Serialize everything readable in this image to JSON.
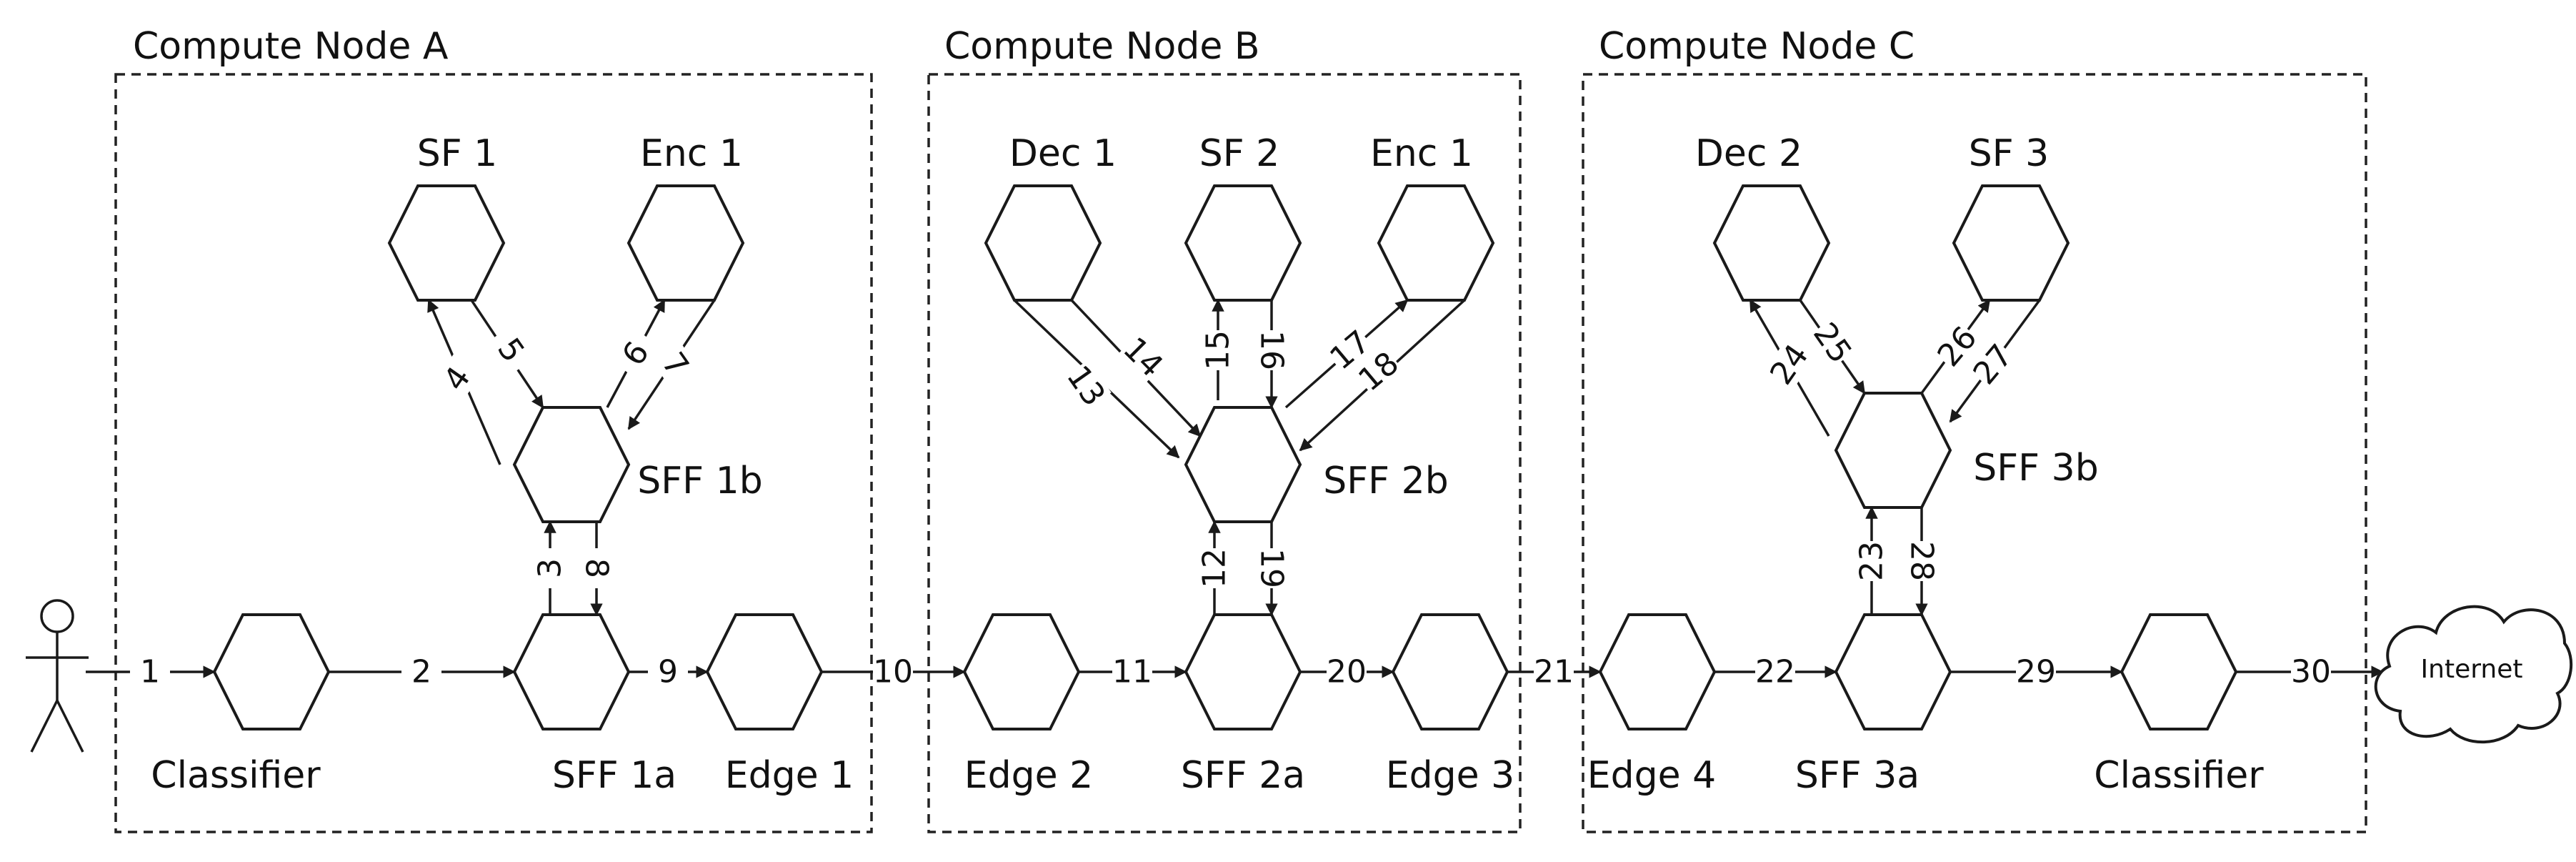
{
  "compute_nodes": [
    {
      "id": "A",
      "title": "Compute Node A"
    },
    {
      "id": "B",
      "title": "Compute Node B"
    },
    {
      "id": "C",
      "title": "Compute Node C"
    }
  ],
  "components": {
    "classifier_in": {
      "label": "Classifier"
    },
    "sff1a": {
      "label": "SFF 1a"
    },
    "sff1b": {
      "label": "SFF 1b"
    },
    "sf1": {
      "label": "SF 1"
    },
    "enc1_a": {
      "label": "Enc 1"
    },
    "edge1": {
      "label": "Edge 1"
    },
    "edge2": {
      "label": "Edge 2"
    },
    "sff2a": {
      "label": "SFF 2a"
    },
    "sff2b": {
      "label": "SFF 2b"
    },
    "dec1": {
      "label": "Dec 1"
    },
    "sf2": {
      "label": "SF 2"
    },
    "enc1_b": {
      "label": "Enc 1"
    },
    "edge3": {
      "label": "Edge 3"
    },
    "edge4": {
      "label": "Edge 4"
    },
    "sff3a": {
      "label": "SFF 3a"
    },
    "sff3b": {
      "label": "SFF 3b"
    },
    "dec2": {
      "label": "Dec 2"
    },
    "sf3": {
      "label": "SF 3"
    },
    "classifier_out": {
      "label": "Classifier"
    }
  },
  "internet": {
    "label": "Internet"
  },
  "edges": [
    "1",
    "2",
    "3",
    "4",
    "5",
    "6",
    "7",
    "8",
    "9",
    "10",
    "11",
    "12",
    "13",
    "14",
    "15",
    "16",
    "17",
    "18",
    "19",
    "20",
    "21",
    "22",
    "23",
    "24",
    "25",
    "26",
    "27",
    "28",
    "29",
    "30"
  ]
}
